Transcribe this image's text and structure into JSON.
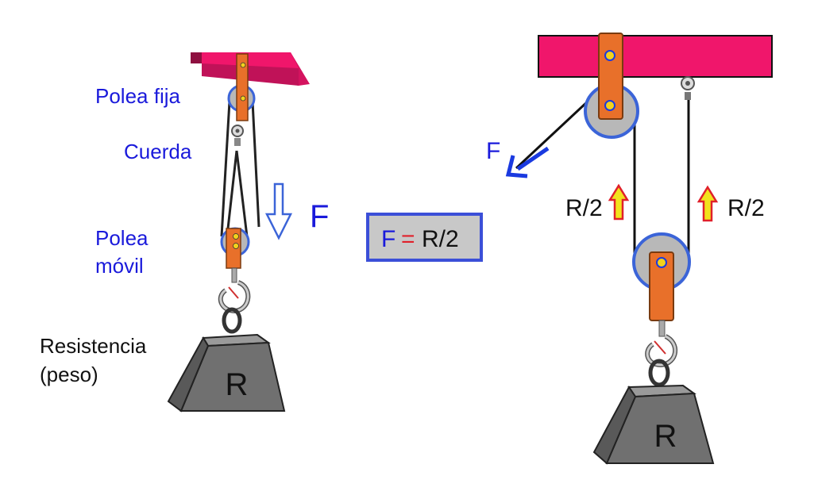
{
  "left": {
    "label_fixed_line1": "Polea fija",
    "label_rope": "Cuerda",
    "label_mobile_line1": "Polea",
    "label_mobile_line2": "móvil",
    "label_resistance_line1": "Resistencia",
    "label_resistance_line2": "(peso)",
    "label_force": "F",
    "weight_label": "R"
  },
  "formula": {
    "f": "F",
    "eq": "=",
    "rhs": "R/2"
  },
  "right": {
    "label_force": "F",
    "tension_left": "R/2",
    "tension_right": "R/2",
    "weight_label": "R"
  },
  "colors": {
    "label_blue": "#1a1adb",
    "beam_pink": "#f0166b",
    "bracket_orange": "#e8702a",
    "pulley_blue": "#3b64d8",
    "weight_gray": "#6b6b6b",
    "formula_eq_red": "#e0202a",
    "formula_box_bg": "#c8c8c8"
  }
}
